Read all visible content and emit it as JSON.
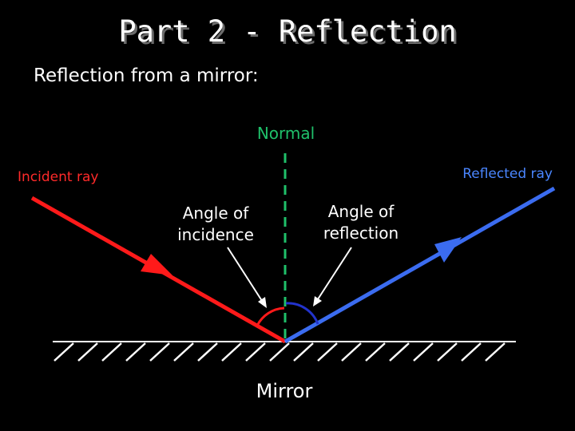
{
  "slide": {
    "title": "Part 2 - Reflection",
    "subtitle": "Reflection from a mirror:"
  },
  "diagram": {
    "normal_label": "Normal",
    "incident_ray_label": "Incident ray",
    "reflected_ray_label": "Reflected ray",
    "angle_of_incidence_label": "Angle of incidence",
    "angle_of_reflection_label": "Angle of reflection",
    "mirror_label": "Mirror",
    "colors": {
      "background": "#000000",
      "incident": "#ff1a1a",
      "reflected": "#3b6cf0",
      "normal": "#1fc06a",
      "mirror": "#ffffff"
    }
  }
}
